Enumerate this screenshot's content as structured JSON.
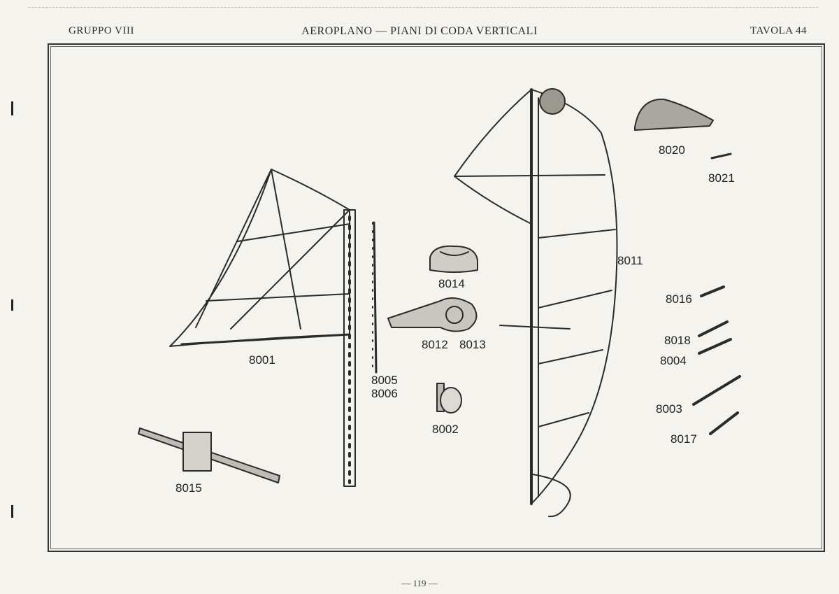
{
  "header": {
    "group": "GRUPPO VIII",
    "title": "AEROPLANO — PIANI DI CODA VERTICALI",
    "plate": "TAVOLA 44"
  },
  "labels": {
    "l8001": "8001",
    "l8005": "8005",
    "l8006": "8006",
    "l8014": "8014",
    "l8012": "8012",
    "l8013": "8013",
    "l8002": "8002",
    "l8015": "8015",
    "l8011": "8011",
    "l8020": "8020",
    "l8021": "8021",
    "l8016": "8016",
    "l8018": "8018",
    "l8004": "8004",
    "l8003": "8003",
    "l8017": "8017"
  },
  "footer": {
    "page": "— 119 —"
  }
}
